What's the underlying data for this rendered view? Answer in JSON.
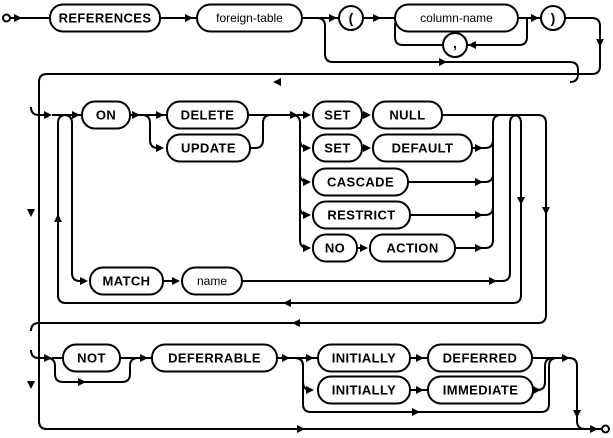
{
  "diagram": {
    "kind": "railroad-syntax-diagram",
    "colors": {
      "line": "#000000",
      "background": "#ffffff",
      "box_fill": "#ffffff"
    },
    "nodes": {
      "references": {
        "label": "REFERENCES",
        "type": "keyword"
      },
      "foreign_table": {
        "label": "foreign-table",
        "type": "nonterminal"
      },
      "lparen": {
        "label": "(",
        "type": "punctuation"
      },
      "column_name": {
        "label": "column-name",
        "type": "nonterminal"
      },
      "comma": {
        "label": ",",
        "type": "punctuation"
      },
      "rparen": {
        "label": ")",
        "type": "punctuation"
      },
      "on": {
        "label": "ON",
        "type": "keyword"
      },
      "delete": {
        "label": "DELETE",
        "type": "keyword"
      },
      "update": {
        "label": "UPDATE",
        "type": "keyword"
      },
      "set1": {
        "label": "SET",
        "type": "keyword"
      },
      "null1": {
        "label": "NULL",
        "type": "keyword"
      },
      "set2": {
        "label": "SET",
        "type": "keyword"
      },
      "default1": {
        "label": "DEFAULT",
        "type": "keyword"
      },
      "cascade": {
        "label": "CASCADE",
        "type": "keyword"
      },
      "restrict": {
        "label": "RESTRICT",
        "type": "keyword"
      },
      "no": {
        "label": "NO",
        "type": "keyword"
      },
      "action": {
        "label": "ACTION",
        "type": "keyword"
      },
      "match": {
        "label": "MATCH",
        "type": "keyword"
      },
      "name": {
        "label": "name",
        "type": "nonterminal"
      },
      "not": {
        "label": "NOT",
        "type": "keyword"
      },
      "deferrable": {
        "label": "DEFERRABLE",
        "type": "keyword"
      },
      "initially1": {
        "label": "INITIALLY",
        "type": "keyword"
      },
      "deferred": {
        "label": "DEFERRED",
        "type": "keyword"
      },
      "initially2": {
        "label": "INITIALLY",
        "type": "keyword"
      },
      "immediate": {
        "label": "IMMEDIATE",
        "type": "keyword"
      }
    }
  }
}
